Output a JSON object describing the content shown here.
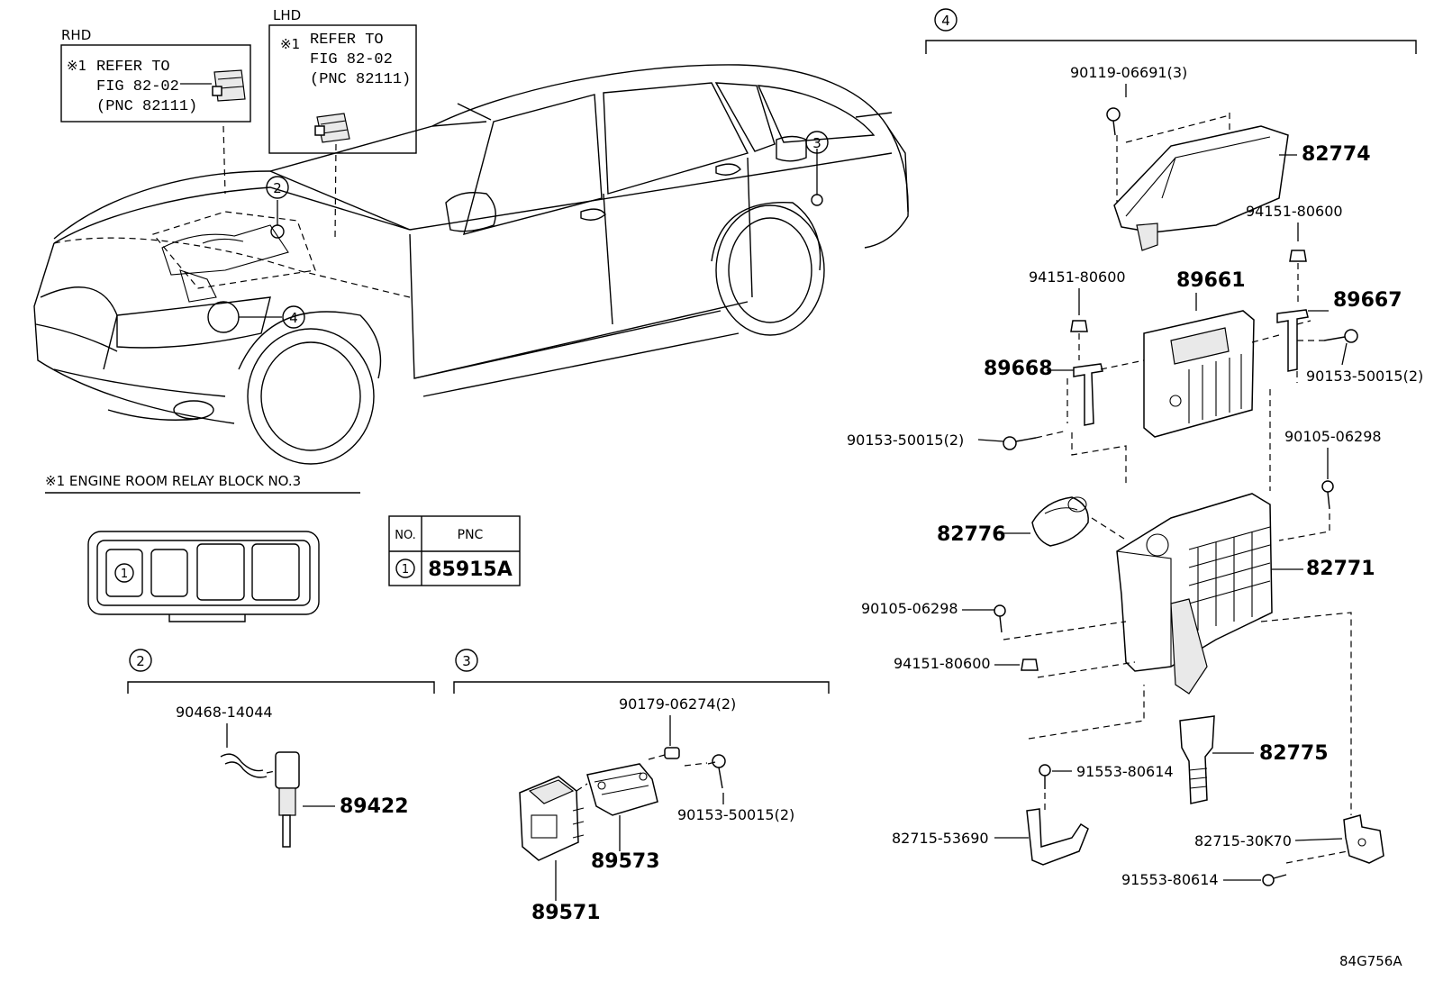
{
  "insets": {
    "rhd": {
      "label": "RHD",
      "mark": "※1",
      "lines": [
        "REFER TO",
        "FIG 82-02",
        "(PNC 82111)"
      ]
    },
    "lhd": {
      "label": "LHD",
      "mark": "※1",
      "lines": [
        "REFER TO",
        "FIG 82-02",
        "(PNC 82111)"
      ]
    }
  },
  "callouts": {
    "c1": "1",
    "c2": "2",
    "c3": "3",
    "c4": "4"
  },
  "relay_block": {
    "title": "※1 ENGINE ROOM RELAY BLOCK  NO.3",
    "slot_label": "1",
    "table": {
      "col_no": "NO.",
      "col_pnc": "PNC",
      "row_no": "1",
      "row_pnc": "85915A"
    }
  },
  "group2": {
    "callout": "2",
    "parts": {
      "clip": "90468-14044",
      "sensor": "89422"
    }
  },
  "group3": {
    "callout": "3",
    "parts": {
      "nut": "90179-06274(2)",
      "bolt": "90153-50015(2)",
      "bracket": "89573",
      "module": "89571"
    }
  },
  "group4": {
    "callout": "4",
    "parts": {
      "screw_top": "90119-06691(3)",
      "cover": "82774",
      "nut_a": "94151-80600",
      "nut_b": "94151-80600",
      "ecu": "89661",
      "bracket_r": "89667",
      "bracket_l": "89668",
      "bolt_r": "90153-50015(2)",
      "bolt_l": "90153-50015(2)",
      "bolt_c": "90105-06298",
      "grommet": "82776",
      "box": "82771",
      "bolt_d": "90105-06298",
      "nut_c": "94151-80600",
      "duct": "82775",
      "bolt_e": "91553-80614",
      "stay_l": "82715-53690",
      "stay_r": "82715-30K70",
      "bolt_f": "91553-80614"
    }
  },
  "figure_code": "84G756A"
}
